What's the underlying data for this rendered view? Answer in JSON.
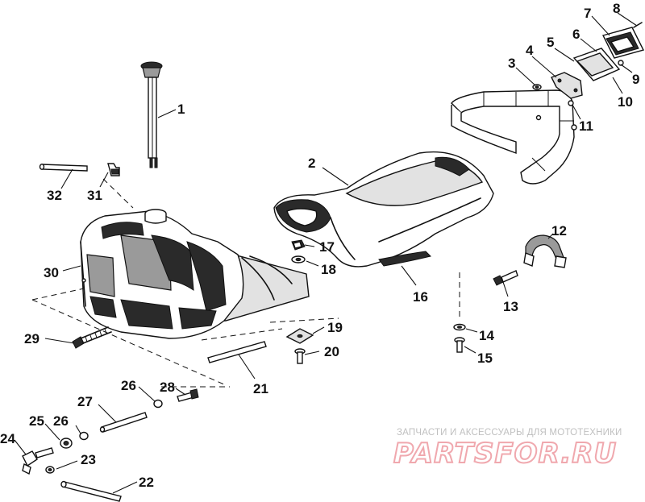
{
  "watermark": {
    "subtitle": "ЗАПЧАСТИ И АКСЕССУАРЫ ДЛЯ МОТОТЕХНИКИ",
    "brand": "PARTSFOR.RU"
  },
  "callouts": {
    "c1": "1",
    "c2": "2",
    "c3": "3",
    "c4": "4",
    "c5": "5",
    "c6": "6",
    "c7": "7",
    "c8": "8",
    "c9": "9",
    "c10": "10",
    "c11": "11",
    "c12": "12",
    "c13": "13",
    "c14": "14",
    "c15": "15",
    "c16": "16",
    "c17": "17",
    "c18": "18",
    "c19": "19",
    "c20": "20",
    "c21": "21",
    "c22": "22",
    "c23": "23",
    "c24": "24",
    "c25": "25",
    "c26a": "26",
    "c26b": "26",
    "c27": "27",
    "c28": "28",
    "c29": "29",
    "c30": "30",
    "c31": "31",
    "c32": "32"
  }
}
